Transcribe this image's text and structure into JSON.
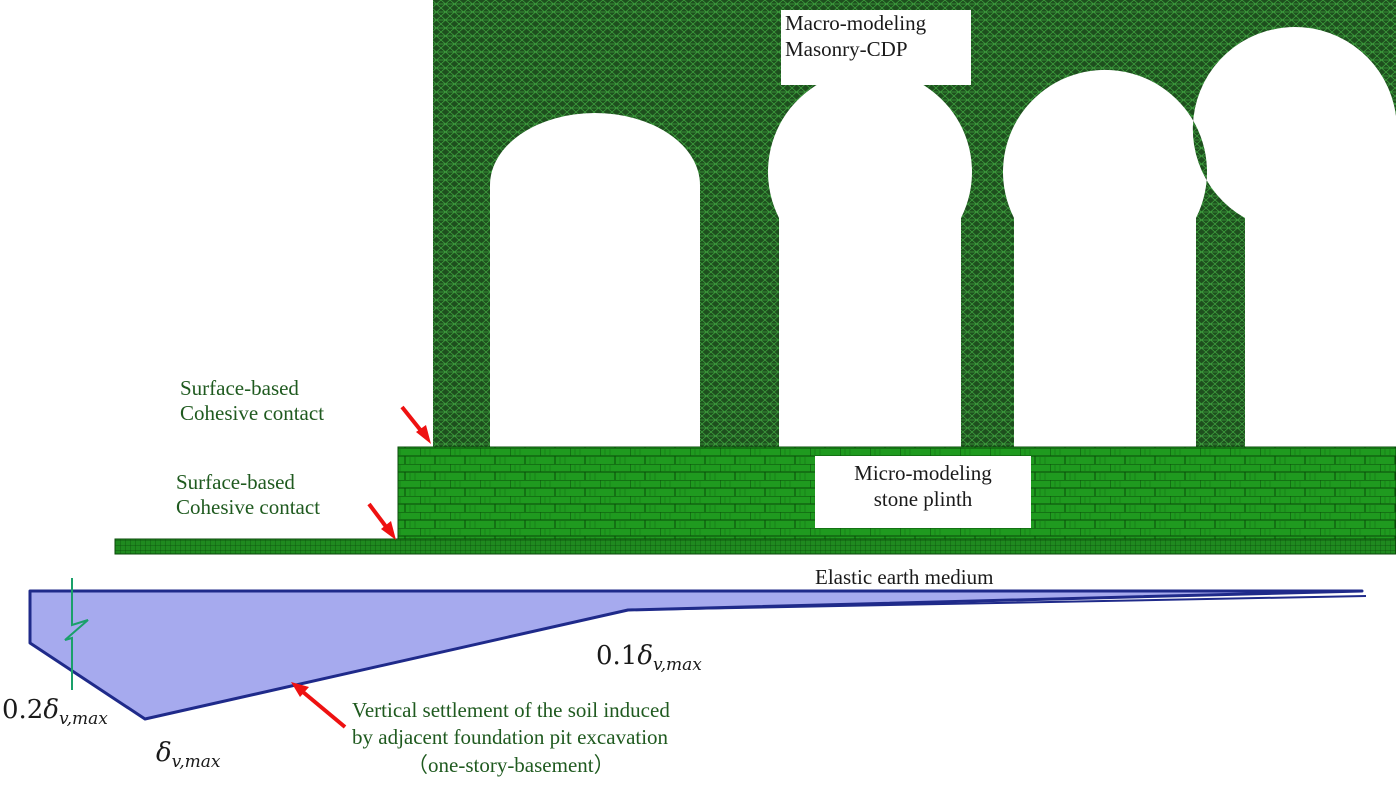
{
  "labels": {
    "macro_line1": "Macro-modeling",
    "macro_line2": "Masonry-CDP",
    "micro_line1": "Micro-modeling",
    "micro_line2": "stone plinth",
    "contact_upper_line1": "Surface-based",
    "contact_upper_line2": "Cohesive contact",
    "contact_lower_line1": "Surface-based",
    "contact_lower_line2": "Cohesive contact",
    "earth_medium": "Elastic earth medium",
    "settlement_line1": "Vertical settlement of the soil induced",
    "settlement_line2": "by adjacent foundation pit excavation",
    "settlement_line3": "（one-story-basement）",
    "coef_02": "0.2",
    "coef_01": "0.1",
    "delta": "δ",
    "delta_sub": "v,max"
  },
  "colors": {
    "macro_mesh": "#1e4f1e",
    "micro_mesh": "#1f9a1f",
    "settlement_fill": "#a6aaee",
    "settlement_stroke": "#1f2a8a",
    "arrow": "#ee1111",
    "break_line": "#1aa06a"
  }
}
